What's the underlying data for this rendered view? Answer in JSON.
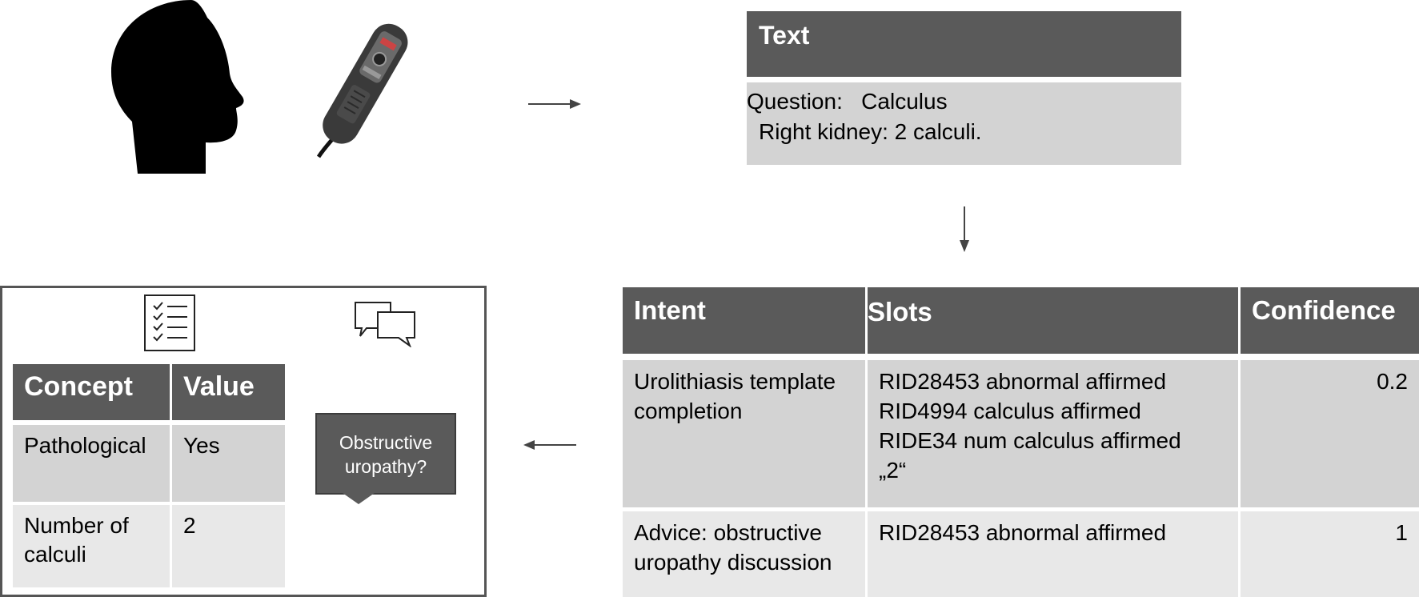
{
  "text_box": {
    "header": "Text",
    "line1": "Question:   Calculus",
    "line2": "Right kidney: 2 calculi."
  },
  "intent_table": {
    "headers": [
      "Intent",
      "Slots",
      "Confidence"
    ],
    "rows": [
      {
        "intent": [
          "Urolithiasis template",
          "completion"
        ],
        "slots": [
          "RID28453 abnormal affirmed",
          "RID4994 calculus affirmed",
          "RIDE34 num calculus affirmed",
          "„2“"
        ],
        "confidence": "0.2"
      },
      {
        "intent": [
          "Advice: obstructive",
          "uropathy discussion"
        ],
        "slots": [
          "RID28453 abnormal affirmed"
        ],
        "confidence": "1"
      }
    ]
  },
  "concept_table": {
    "headers": [
      "Concept",
      "Value"
    ],
    "rows": [
      {
        "concept": [
          "Pathological"
        ],
        "value": "Yes"
      },
      {
        "concept": [
          "Number of",
          "calculi"
        ],
        "value": "2"
      }
    ]
  },
  "bubble": {
    "line1": "Obstructive",
    "line2": "uropathy?"
  },
  "icons": {
    "head": "head-silhouette-icon",
    "microphone": "dictation-microphone-icon",
    "checklist": "checklist-icon",
    "chat": "chat-bubbles-icon",
    "arrows": [
      "arrow-right-icon",
      "arrow-down-icon",
      "arrow-left-icon"
    ]
  },
  "colors": {
    "header_bg": "#5a5a5a",
    "row_dark": "#d3d3d3",
    "row_light": "#e8e8e8"
  }
}
